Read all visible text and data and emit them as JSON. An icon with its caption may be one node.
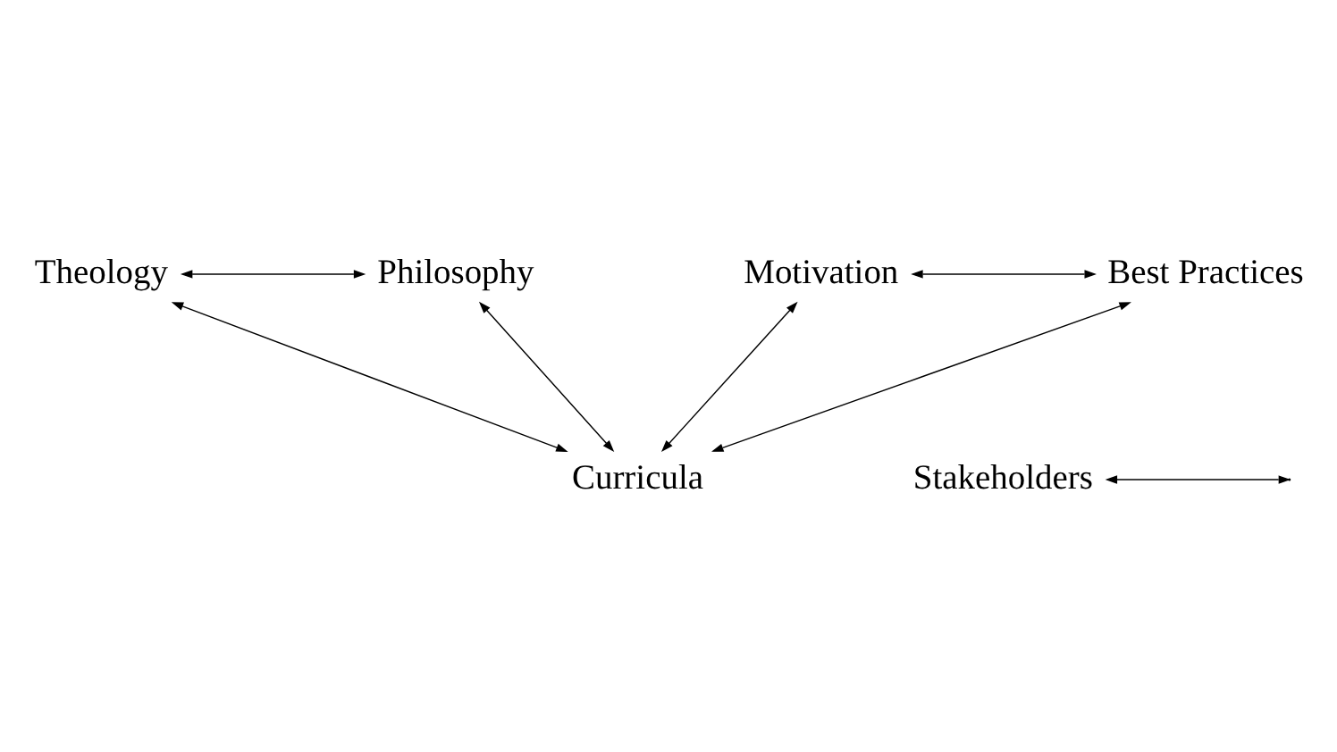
{
  "diagram": {
    "nodes": [
      {
        "text": [
          "Theology"
        ]
      },
      {
        "text": [
          "Philosophy"
        ]
      },
      {
        "text": [
          "Stakeholders"
        ]
      },
      {
        "text": [
          "Curricula"
        ]
      },
      {
        "text": [
          "Motivation"
        ]
      },
      {
        "text": [
          "Best Practices"
        ]
      }
    ],
    "edges": [
      {
        "from": 0,
        "to": 1,
        "arrow": "both"
      },
      {
        "from": 0,
        "to": 3,
        "arrow": "both"
      },
      {
        "from": 1,
        "to": 3,
        "arrow": "both"
      },
      {
        "from": 2,
        "to": null,
        "arrow": "both"
      },
      {
        "from": 4,
        "to": 3,
        "arrow": "both"
      },
      {
        "from": 5,
        "to": 3,
        "arrow": "both"
      },
      {
        "from": 4,
        "to": 5,
        "arrow": "both"
      }
    ]
  }
}
